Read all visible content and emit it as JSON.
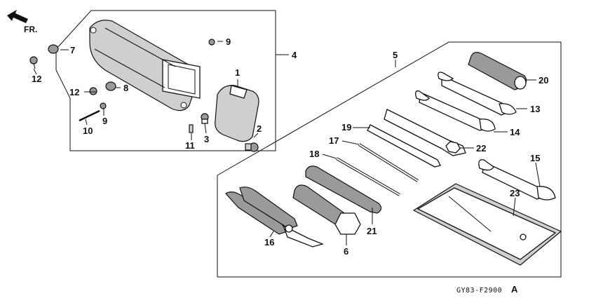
{
  "direction_label": "FR.",
  "drawing_code": "GY83-F2900",
  "drawing_suffix": "A",
  "labels": {
    "p1": "1",
    "p2": "2",
    "p3": "3",
    "p4": "4",
    "p5": "5",
    "p6": "6",
    "p7": "7",
    "p8": "8",
    "p9a": "9",
    "p9b": "9",
    "p10": "10",
    "p11": "11",
    "p12a": "12",
    "p12b": "12",
    "p13": "13",
    "p14": "14",
    "p15": "15",
    "p16": "16",
    "p17": "17",
    "p18": "18",
    "p19": "19",
    "p20": "20",
    "p21": "21",
    "p22": "22",
    "p23": "23"
  }
}
